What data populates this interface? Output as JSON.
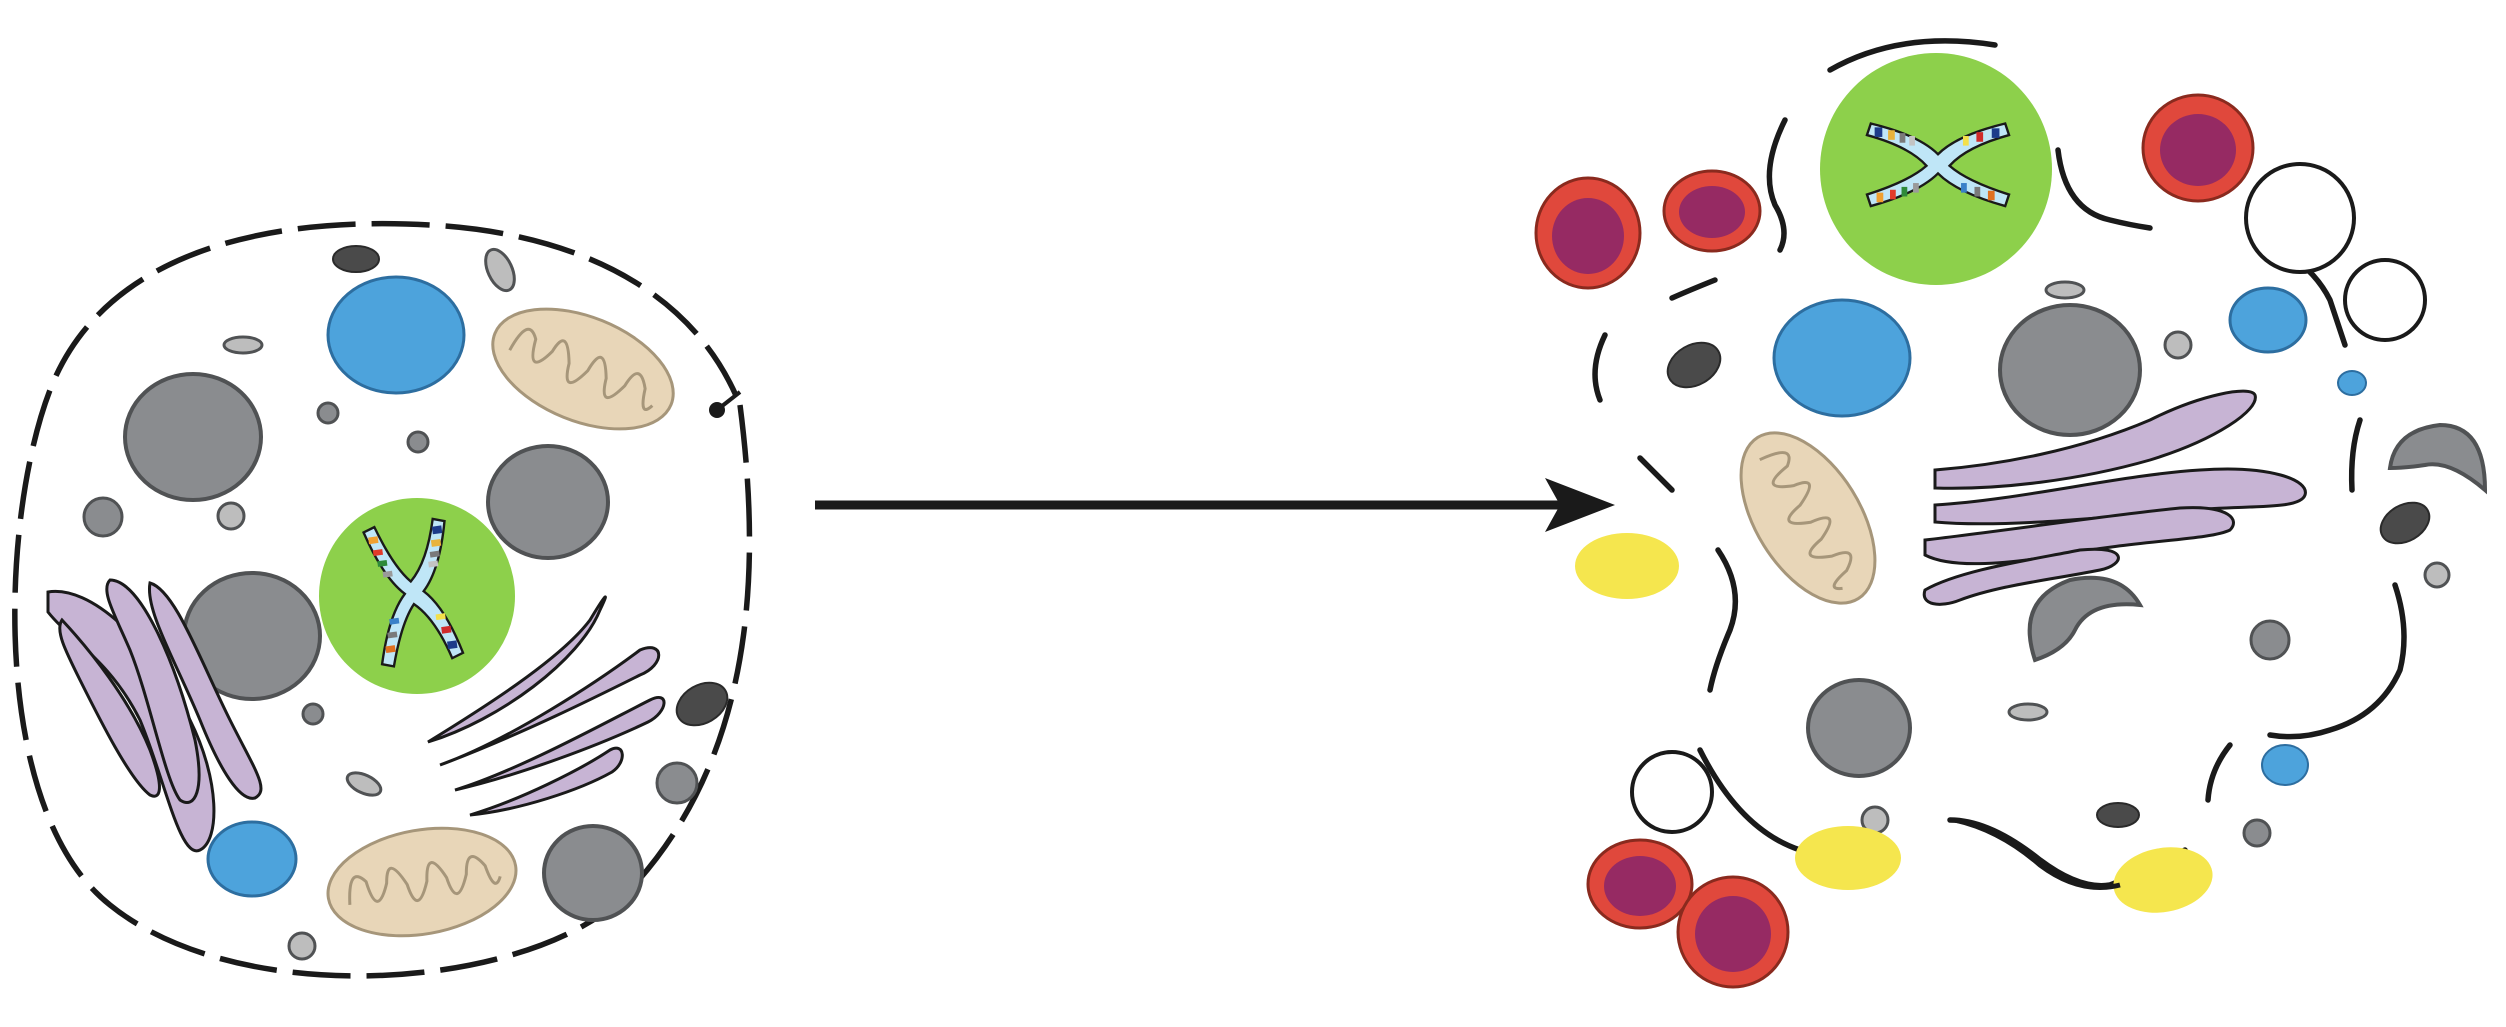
{
  "diagram": {
    "panels": [
      {
        "id": "intact-cell",
        "description_label": ""
      },
      {
        "id": "disrupted-cell",
        "description_label": ""
      }
    ],
    "arrow": {
      "from": "intact-cell",
      "to": "disrupted-cell"
    },
    "colors": {
      "membrane": "#1a1a1a",
      "nucleus": "#8dd04b",
      "chromosome_fill": "#bfe6f7",
      "vesicle_blue": "#4da3dc",
      "granule_grey": "#8a8c8f",
      "golgi": "#c7b4d4",
      "mitochondria": "#e8d6b8",
      "lipid_yellow": "#f5e64e",
      "red_body_outer": "#e0483c",
      "red_body_inner": "#962a63"
    }
  }
}
